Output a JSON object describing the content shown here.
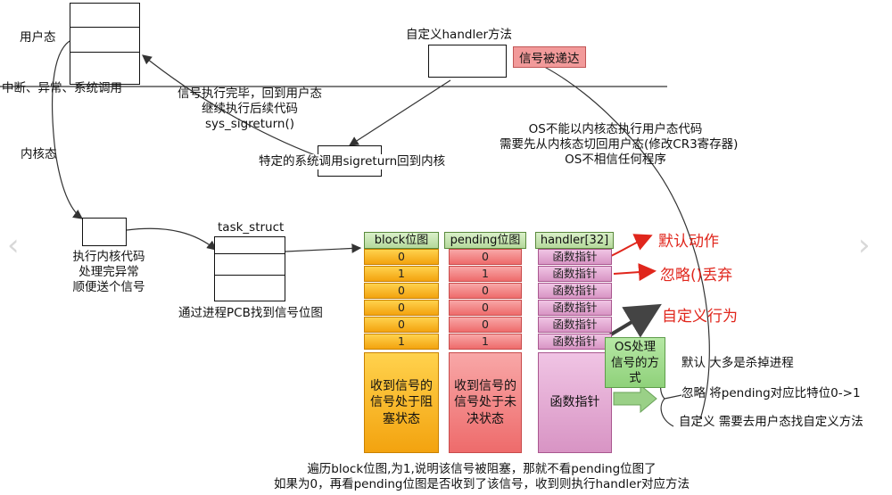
{
  "labels": {
    "user_mode": "用户态",
    "interrupt": "中断、异常、系统调用",
    "kernel_mode": "内核态",
    "exec_kernel_line1": "执行内核代码",
    "exec_kernel_line2": "处理完异常",
    "exec_kernel_line3": "顺便送个信号",
    "task_struct": "task_struct",
    "find_bitmap": "通过进程PCB找到信号位图",
    "custom_handler": "自定义handler方法",
    "signal_delivered": "信号被递达",
    "sig_done_line1": "信号执行完毕，回到用户态",
    "sig_done_line2": "继续执行后续代码",
    "sig_done_line3": "sys_sigreturn()",
    "sigreturn_call": "特定的系统调用sigreturn回到内核",
    "os_note_line1": "OS不能以内核态执行用户态代码",
    "os_note_line2": "需要先从内核态切回用户态(修改CR3寄存器)",
    "os_note_line3": "OS不相信任何程序"
  },
  "table": {
    "headers": [
      "block位图",
      "pending位图",
      "handler[32]"
    ],
    "block": [
      "0",
      "1",
      "0",
      "0",
      "0",
      "1"
    ],
    "pending": [
      "0",
      "1",
      "0",
      "0",
      "0",
      "1"
    ],
    "handler": [
      "函数指针",
      "函数指针",
      "函数指针",
      "函数指针",
      "函数指针",
      "函数指针"
    ],
    "block_desc": "收到信号的信号处于阻塞状态",
    "pending_desc": "收到信号的信号处于未决状态",
    "handler_desc": "函数指针"
  },
  "red_notes": {
    "default_action": "默认动作",
    "ignore_action": "忽略()丢弃",
    "custom_action": "自定义行为"
  },
  "os_handle": {
    "title": "OS处理信号的方式",
    "default": "默认  大多是杀掉进程",
    "ignore": "忽略  将pending对应比特位0->1",
    "custom": "自定义 需要去用户态找自定义方法"
  },
  "footer": {
    "line1": "遍历block位图,为1,说明该信号被阻塞，那就不看pending位图了",
    "line2": "如果为0，再看pending位图是否收到了该信号，收到则执行handler对应方法"
  },
  "colors": {
    "block": "#f3a30f",
    "pending": "#ee6b6b",
    "handler": "#d894c4",
    "header": "#b5d99b",
    "red": "#e0261c",
    "os_box": "#8fd17a"
  }
}
